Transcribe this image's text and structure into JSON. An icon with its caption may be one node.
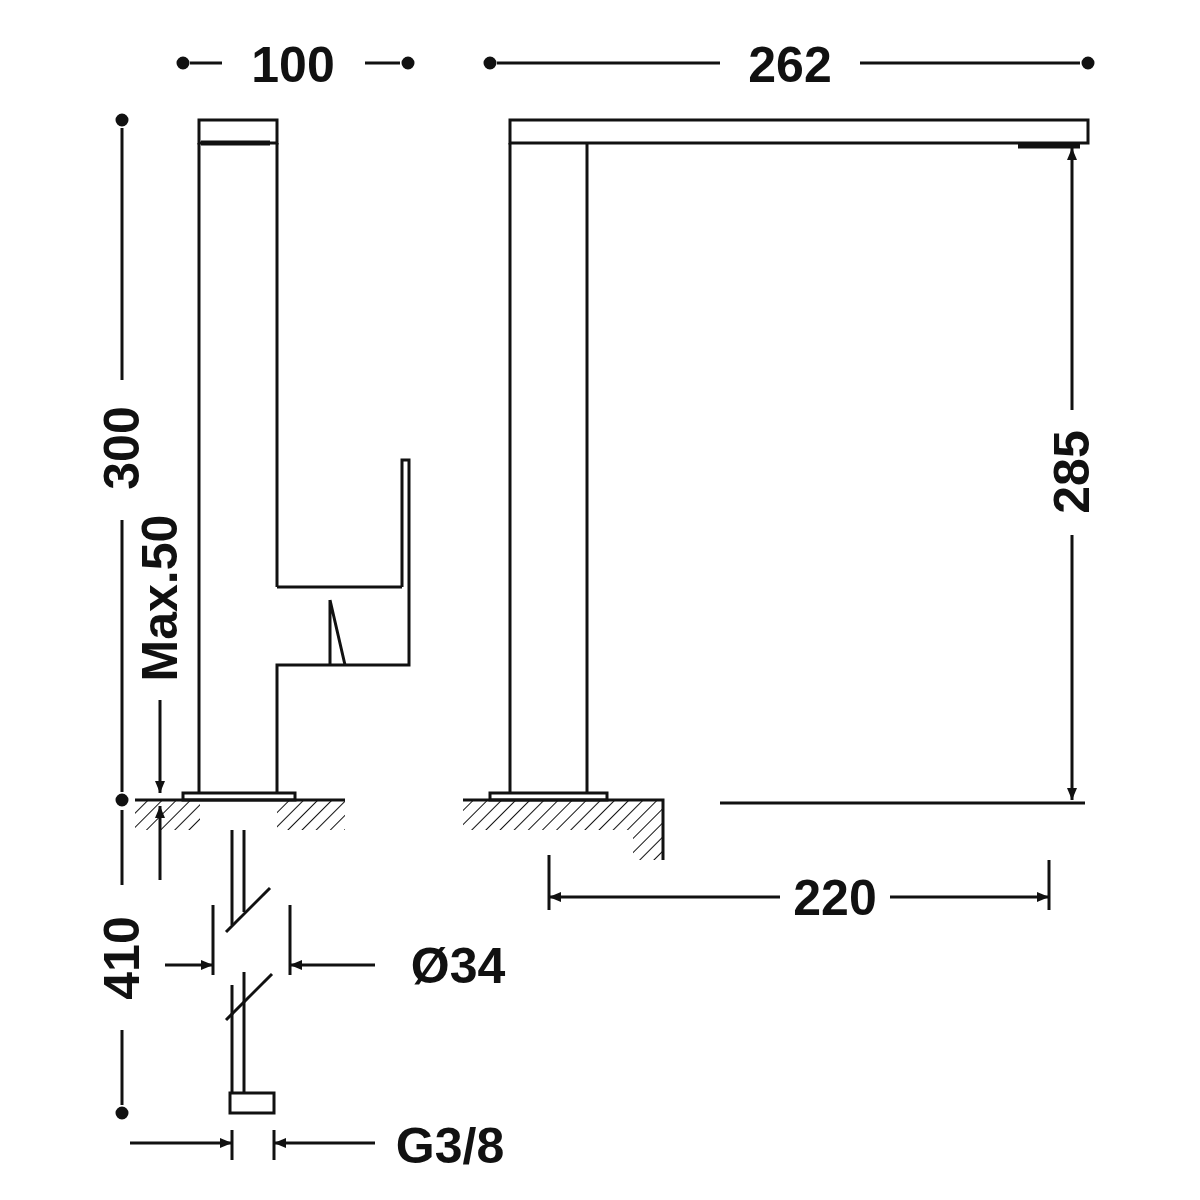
{
  "diagram": {
    "labels": [
      "100",
      "262",
      "300",
      "285",
      "Max.50",
      "220",
      "410",
      "Ø34",
      "G3/8"
    ]
  }
}
